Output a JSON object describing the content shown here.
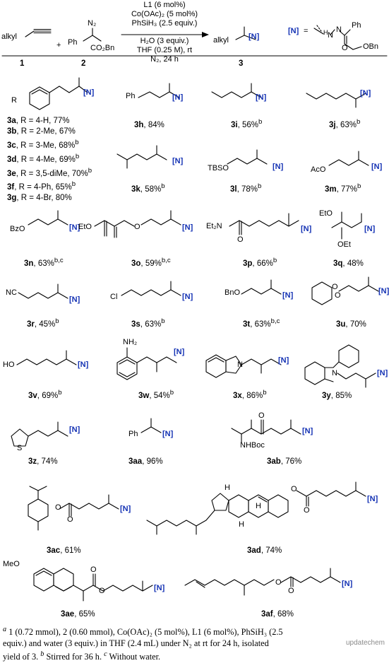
{
  "reaction": {
    "reagent1": {
      "label": "alkyl",
      "num": "1"
    },
    "reagent2": {
      "ph": "Ph",
      "ester": "CO₂Bn",
      "n2": "N₂",
      "num": "2"
    },
    "plus": "+",
    "conditions": [
      "L1 (6 mol%)",
      "Co(OAc)₂ (5 mol%)",
      "PhSiH₃ (2.5 equiv.)",
      "H₂O (3 equiv.)",
      "THF (0.25 M), rt",
      "N₂, 24 h"
    ],
    "product": {
      "label": "alkyl",
      "n": "[N]",
      "num": "3"
    },
    "definition": {
      "n": "[N]",
      "eq": "=",
      "ph": "Ph",
      "nh": "H",
      "n_atom": "N",
      "o": "O",
      "obn": "OBn"
    }
  },
  "entries_3a_g": [
    {
      "id": "3a",
      "text": ", R = 4-H, 77%"
    },
    {
      "id": "3b",
      "text": ", R = 2-Me, 67%"
    },
    {
      "id": "3c",
      "text": ", R = 3-Me, 68%",
      "sup": "b"
    },
    {
      "id": "3d",
      "text": ", R = 4-Me, 69%",
      "sup": "b"
    },
    {
      "id": "3e",
      "text": ", R = 3,5-diMe, 70%",
      "sup": "b"
    },
    {
      "id": "3f",
      "text": ",  R = 4-Ph, 65%",
      "sup": "b"
    },
    {
      "id": "3g",
      "text": ", R = 4-Br, 80%"
    }
  ],
  "captions": [
    {
      "id": "3h",
      "yield": "84%",
      "sup": ""
    },
    {
      "id": "3i",
      "yield": "56%",
      "sup": "b"
    },
    {
      "id": "3j",
      "yield": "63%",
      "sup": "b"
    },
    {
      "id": "3k",
      "yield": "58%",
      "sup": "b"
    },
    {
      "id": "3l",
      "yield": "78%",
      "sup": "b"
    },
    {
      "id": "3m",
      "yield": "77%",
      "sup": "b"
    },
    {
      "id": "3n",
      "yield": "63%",
      "sup": "b,c"
    },
    {
      "id": "3o",
      "yield": "59%",
      "sup": "b,c"
    },
    {
      "id": "3p",
      "yield": "66%",
      "sup": "b"
    },
    {
      "id": "3q",
      "yield": "48%",
      "sup": ""
    },
    {
      "id": "3r",
      "yield": "45%",
      "sup": "b"
    },
    {
      "id": "3s",
      "yield": "63%",
      "sup": "b"
    },
    {
      "id": "3t",
      "yield": "63%",
      "sup": "b,c"
    },
    {
      "id": "3u",
      "yield": "70%",
      "sup": ""
    },
    {
      "id": "3v",
      "yield": "69%",
      "sup": "b"
    },
    {
      "id": "3w",
      "yield": "54%",
      "sup": "b"
    },
    {
      "id": "3x",
      "yield": "86%",
      "sup": "b"
    },
    {
      "id": "3y",
      "yield": "85%",
      "sup": ""
    },
    {
      "id": "3z",
      "yield": "74%",
      "sup": ""
    },
    {
      "id": "3aa",
      "yield": "96%",
      "sup": ""
    },
    {
      "id": "3ab",
      "yield": "76%",
      "sup": ""
    },
    {
      "id": "3ac",
      "yield": "61%",
      "sup": ""
    },
    {
      "id": "3ad",
      "yield": "74%",
      "sup": ""
    },
    {
      "id": "3ae",
      "yield": "65%",
      "sup": ""
    },
    {
      "id": "3af",
      "yield": "68%",
      "sup": ""
    }
  ],
  "labels": {
    "n": "[N]",
    "r": "R",
    "ph": "Ph",
    "tbso": "TBSO",
    "aco": "AcO",
    "bzo": "BzO",
    "eto": "EtO",
    "o": "O",
    "et2n": "Et₂N",
    "oet": "OEt",
    "nc": "NC",
    "cl": "Cl",
    "bno": "BnO",
    "ho": "HO",
    "nh2": "NH₂",
    "n_atom": "N",
    "s": "S",
    "nhboc": "NHBoc",
    "h": "H",
    "meo": "MeO"
  },
  "footnote": {
    "a": "a",
    "line1": " 1 (0.72 mmol), 2 (0.60 mmol), Co(OAc)₂ (5 mol%), L1 (6 mol%), PhSiH₃ (2.5",
    "line2": "equiv.) and water (3 equiv.) in THF (2.4 mL) under N₂ at rt for 24 h, isolated",
    "line3a": "yield of 3. ",
    "b": "b",
    "line3b": " Stirred for 36 h. ",
    "c": "c",
    "line3c": " Without water."
  },
  "watermark": "updatechem"
}
